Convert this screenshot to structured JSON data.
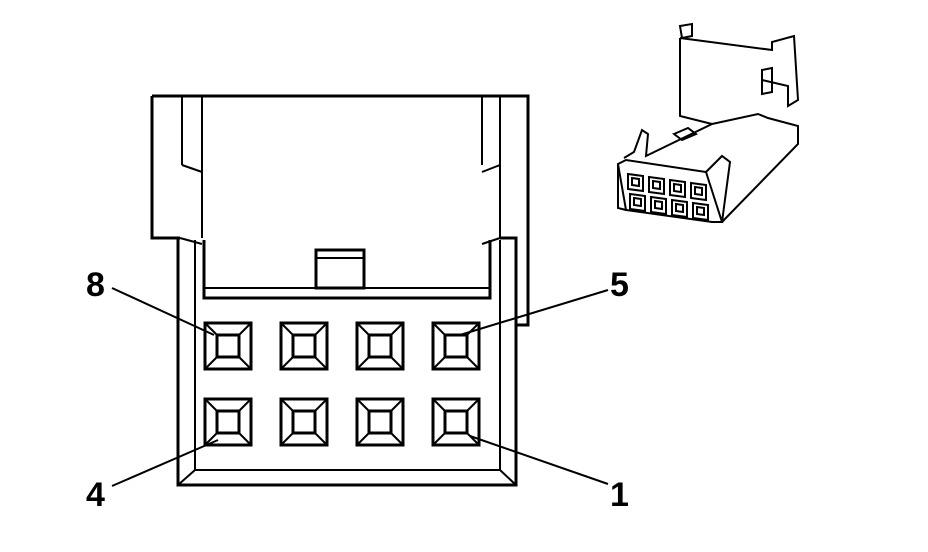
{
  "diagram": {
    "description_labels": {
      "pin_8": "8",
      "pin_5": "5",
      "pin_4": "4",
      "pin_1": "1"
    },
    "connector": {
      "rows": 2,
      "columns": 4,
      "pin_count": 8
    }
  }
}
